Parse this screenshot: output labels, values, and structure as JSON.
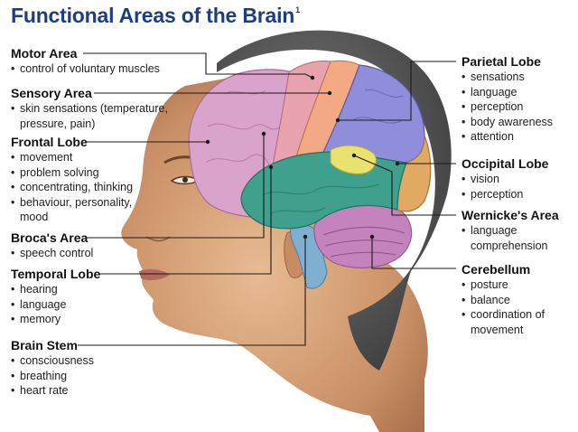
{
  "title": "Functional Areas of the Brain",
  "title_footnote": "1",
  "colors": {
    "title": "#1f3f7c",
    "motor": "#e8a0a8",
    "sensory": "#f0a680",
    "frontal": "#d9a0c8",
    "parietal": "#8f8fdb",
    "occipital": "#e0a860",
    "temporal": "#3f9e8c",
    "wernicke": "#e8e070",
    "cerebellum": "#c080b8",
    "stem": "#80b0d0",
    "skin": "#d8a882",
    "hair": "#6b6b6b"
  },
  "areas": {
    "motor": {
      "name": "Motor Area",
      "items": [
        "control of voluntary muscles"
      ]
    },
    "sensory": {
      "name": "Sensory Area",
      "items": [
        "skin sensations (temperature,",
        "pressure, pain)"
      ]
    },
    "frontal": {
      "name": "Frontal Lobe",
      "items": [
        "movement",
        "problem solving",
        "concentrating, thinking",
        "behaviour, personality,",
        "mood"
      ]
    },
    "broca": {
      "name": "Broca's Area",
      "items": [
        "speech control"
      ]
    },
    "temporal": {
      "name": "Temporal Lobe",
      "items": [
        "hearing",
        "language",
        "memory"
      ]
    },
    "stem": {
      "name": "Brain Stem",
      "items": [
        "consciousness",
        "breathing",
        "heart rate"
      ]
    },
    "parietal": {
      "name": "Parietal Lobe",
      "items": [
        "sensations",
        "language",
        "perception",
        "body awareness",
        "attention"
      ]
    },
    "occipital": {
      "name": "Occipital Lobe",
      "items": [
        "vision",
        "perception"
      ]
    },
    "wernicke": {
      "name": "Wernicke's Area",
      "items": [
        "language",
        "comprehension"
      ]
    },
    "cerebellum": {
      "name": "Cerebellum",
      "items": [
        "posture",
        "balance",
        "coordination of",
        "movement"
      ]
    }
  }
}
